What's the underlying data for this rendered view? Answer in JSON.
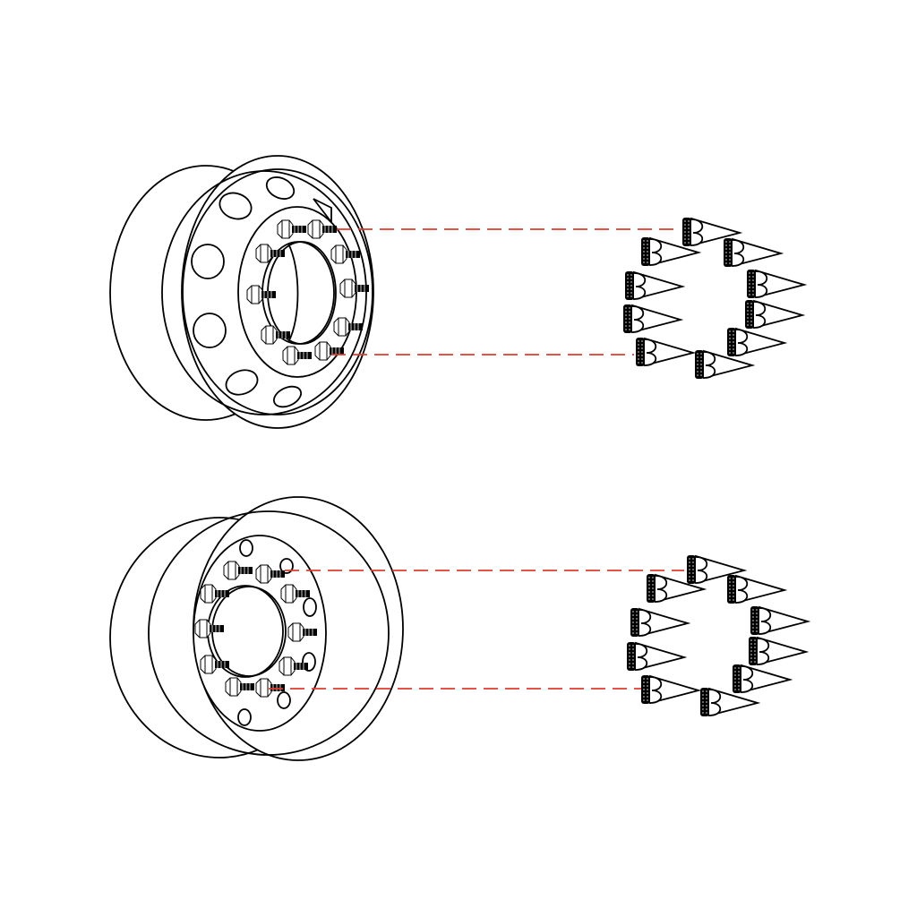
{
  "figure": {
    "components": [
      "wheel-rim",
      "lug-nut",
      "spike-cap",
      "alignment-line"
    ],
    "colors": {
      "line": "#000000",
      "background": "#ffffff",
      "alignment_dash": "#e03c2c"
    },
    "views": [
      {
        "name": "top-assembly",
        "lug_nuts": 10,
        "spike_caps": 10
      },
      {
        "name": "bottom-assembly",
        "lug_nuts": 10,
        "spike_caps": 10
      }
    ]
  }
}
